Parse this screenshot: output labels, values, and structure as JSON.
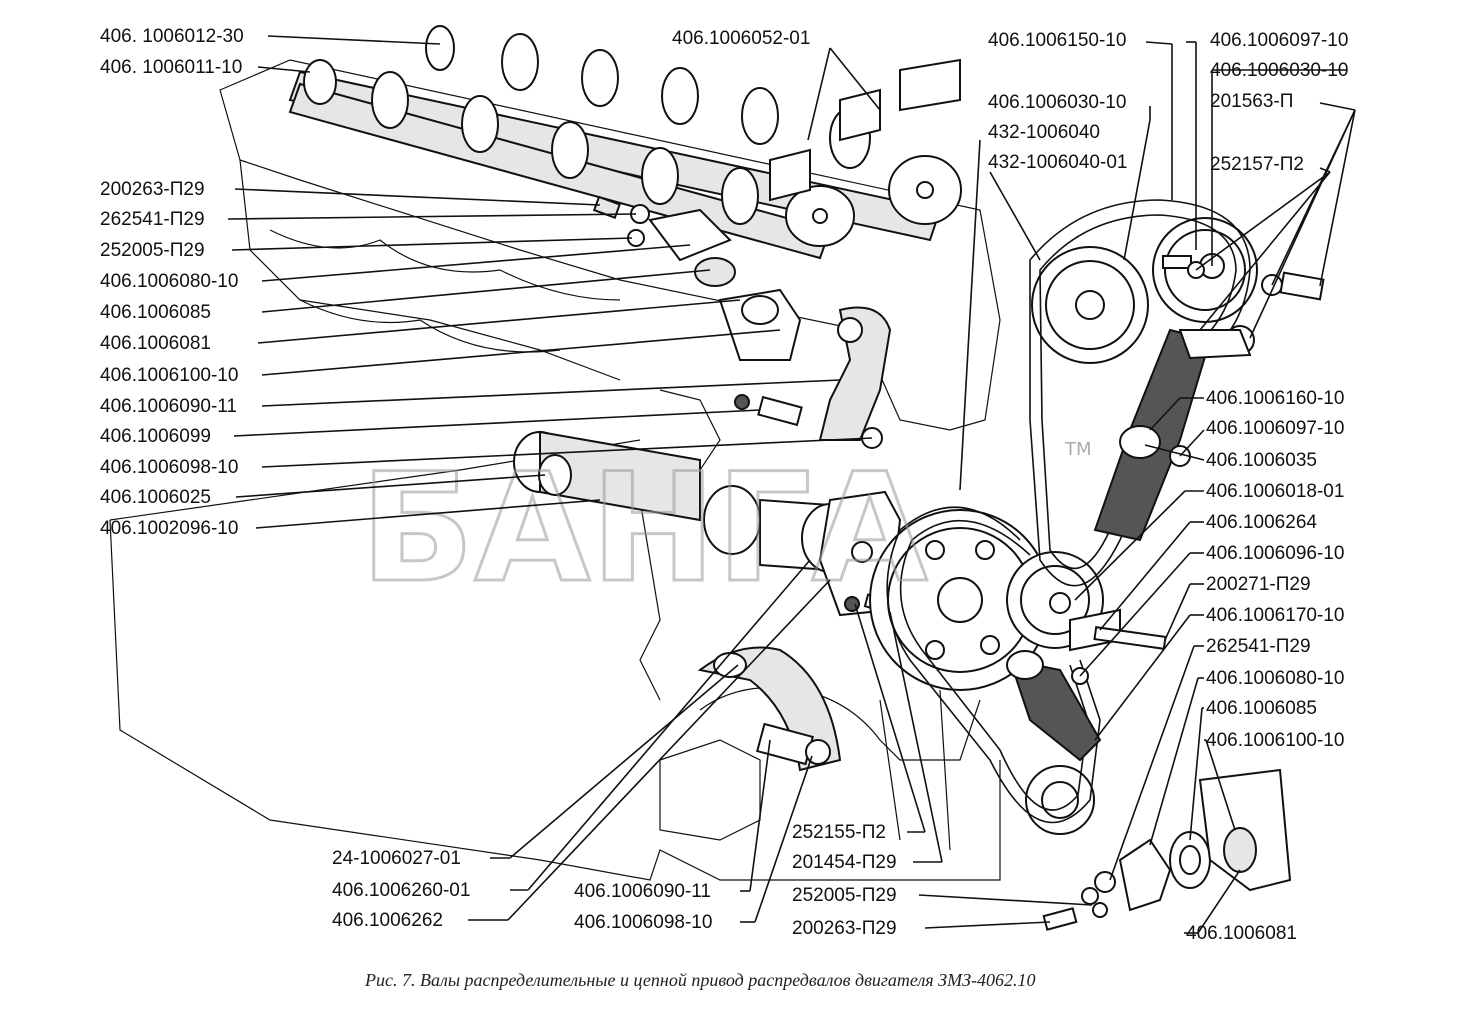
{
  "labels_left": [
    "406. 1006012-30",
    "406. 1006011-10",
    "200263-П29",
    "262541-П29",
    "252005-П29",
    "406.1006080-10",
    "406.1006085",
    "406.1006081",
    "406.1006100-10",
    "406.1006090-11",
    "406.1006099",
    "406.1006098-10",
    "406.1006025",
    "406.1002096-10"
  ],
  "labels_top": [
    "406.1006052-01",
    "406.1006150-10",
    "406.1006097-10",
    "406.1006030-10",
    "406.1006030-10",
    "201563-П",
    "432-1006040",
    "432-1006040-01",
    "252157-П2"
  ],
  "labels_right": [
    "406.1006160-10",
    "406.1006097-10",
    "406.1006035",
    "406.1006018-01",
    "406.1006264",
    "406.1006096-10",
    "200271-П29",
    "406.1006170-10",
    "262541-П29",
    "406.1006080-10",
    "406.1006085",
    "406.1006100-10",
    "406.1006081"
  ],
  "labels_bottom": [
    "24-1006027-01",
    "406.1006260-01",
    "406.1006262",
    "406.1006090-11",
    "406.1006098-10",
    "252155-П2",
    "201454-П29",
    "252005-П29",
    "200263-П29"
  ],
  "watermark": "БАНГА",
  "watermark_tm": "TM",
  "caption": "Рис. 7. Валы распределительные и цепной привод распредвалов двигателя ЗМЗ-4062.10"
}
